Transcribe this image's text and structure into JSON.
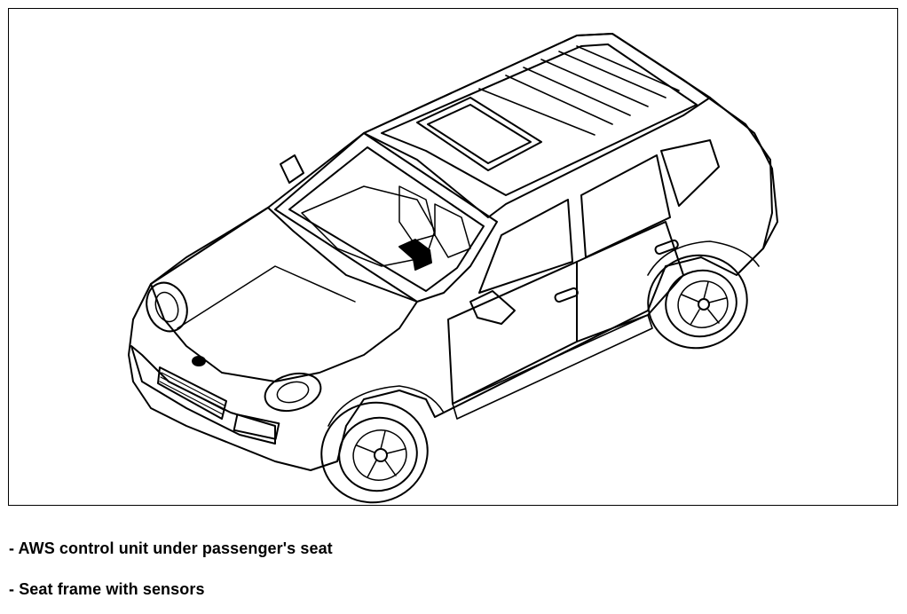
{
  "figure": {
    "subject": "car-line-drawing",
    "highlight_color": "#000000"
  },
  "captions": [
    "- AWS control unit under passenger's seat",
    "- Seat frame with sensors"
  ]
}
